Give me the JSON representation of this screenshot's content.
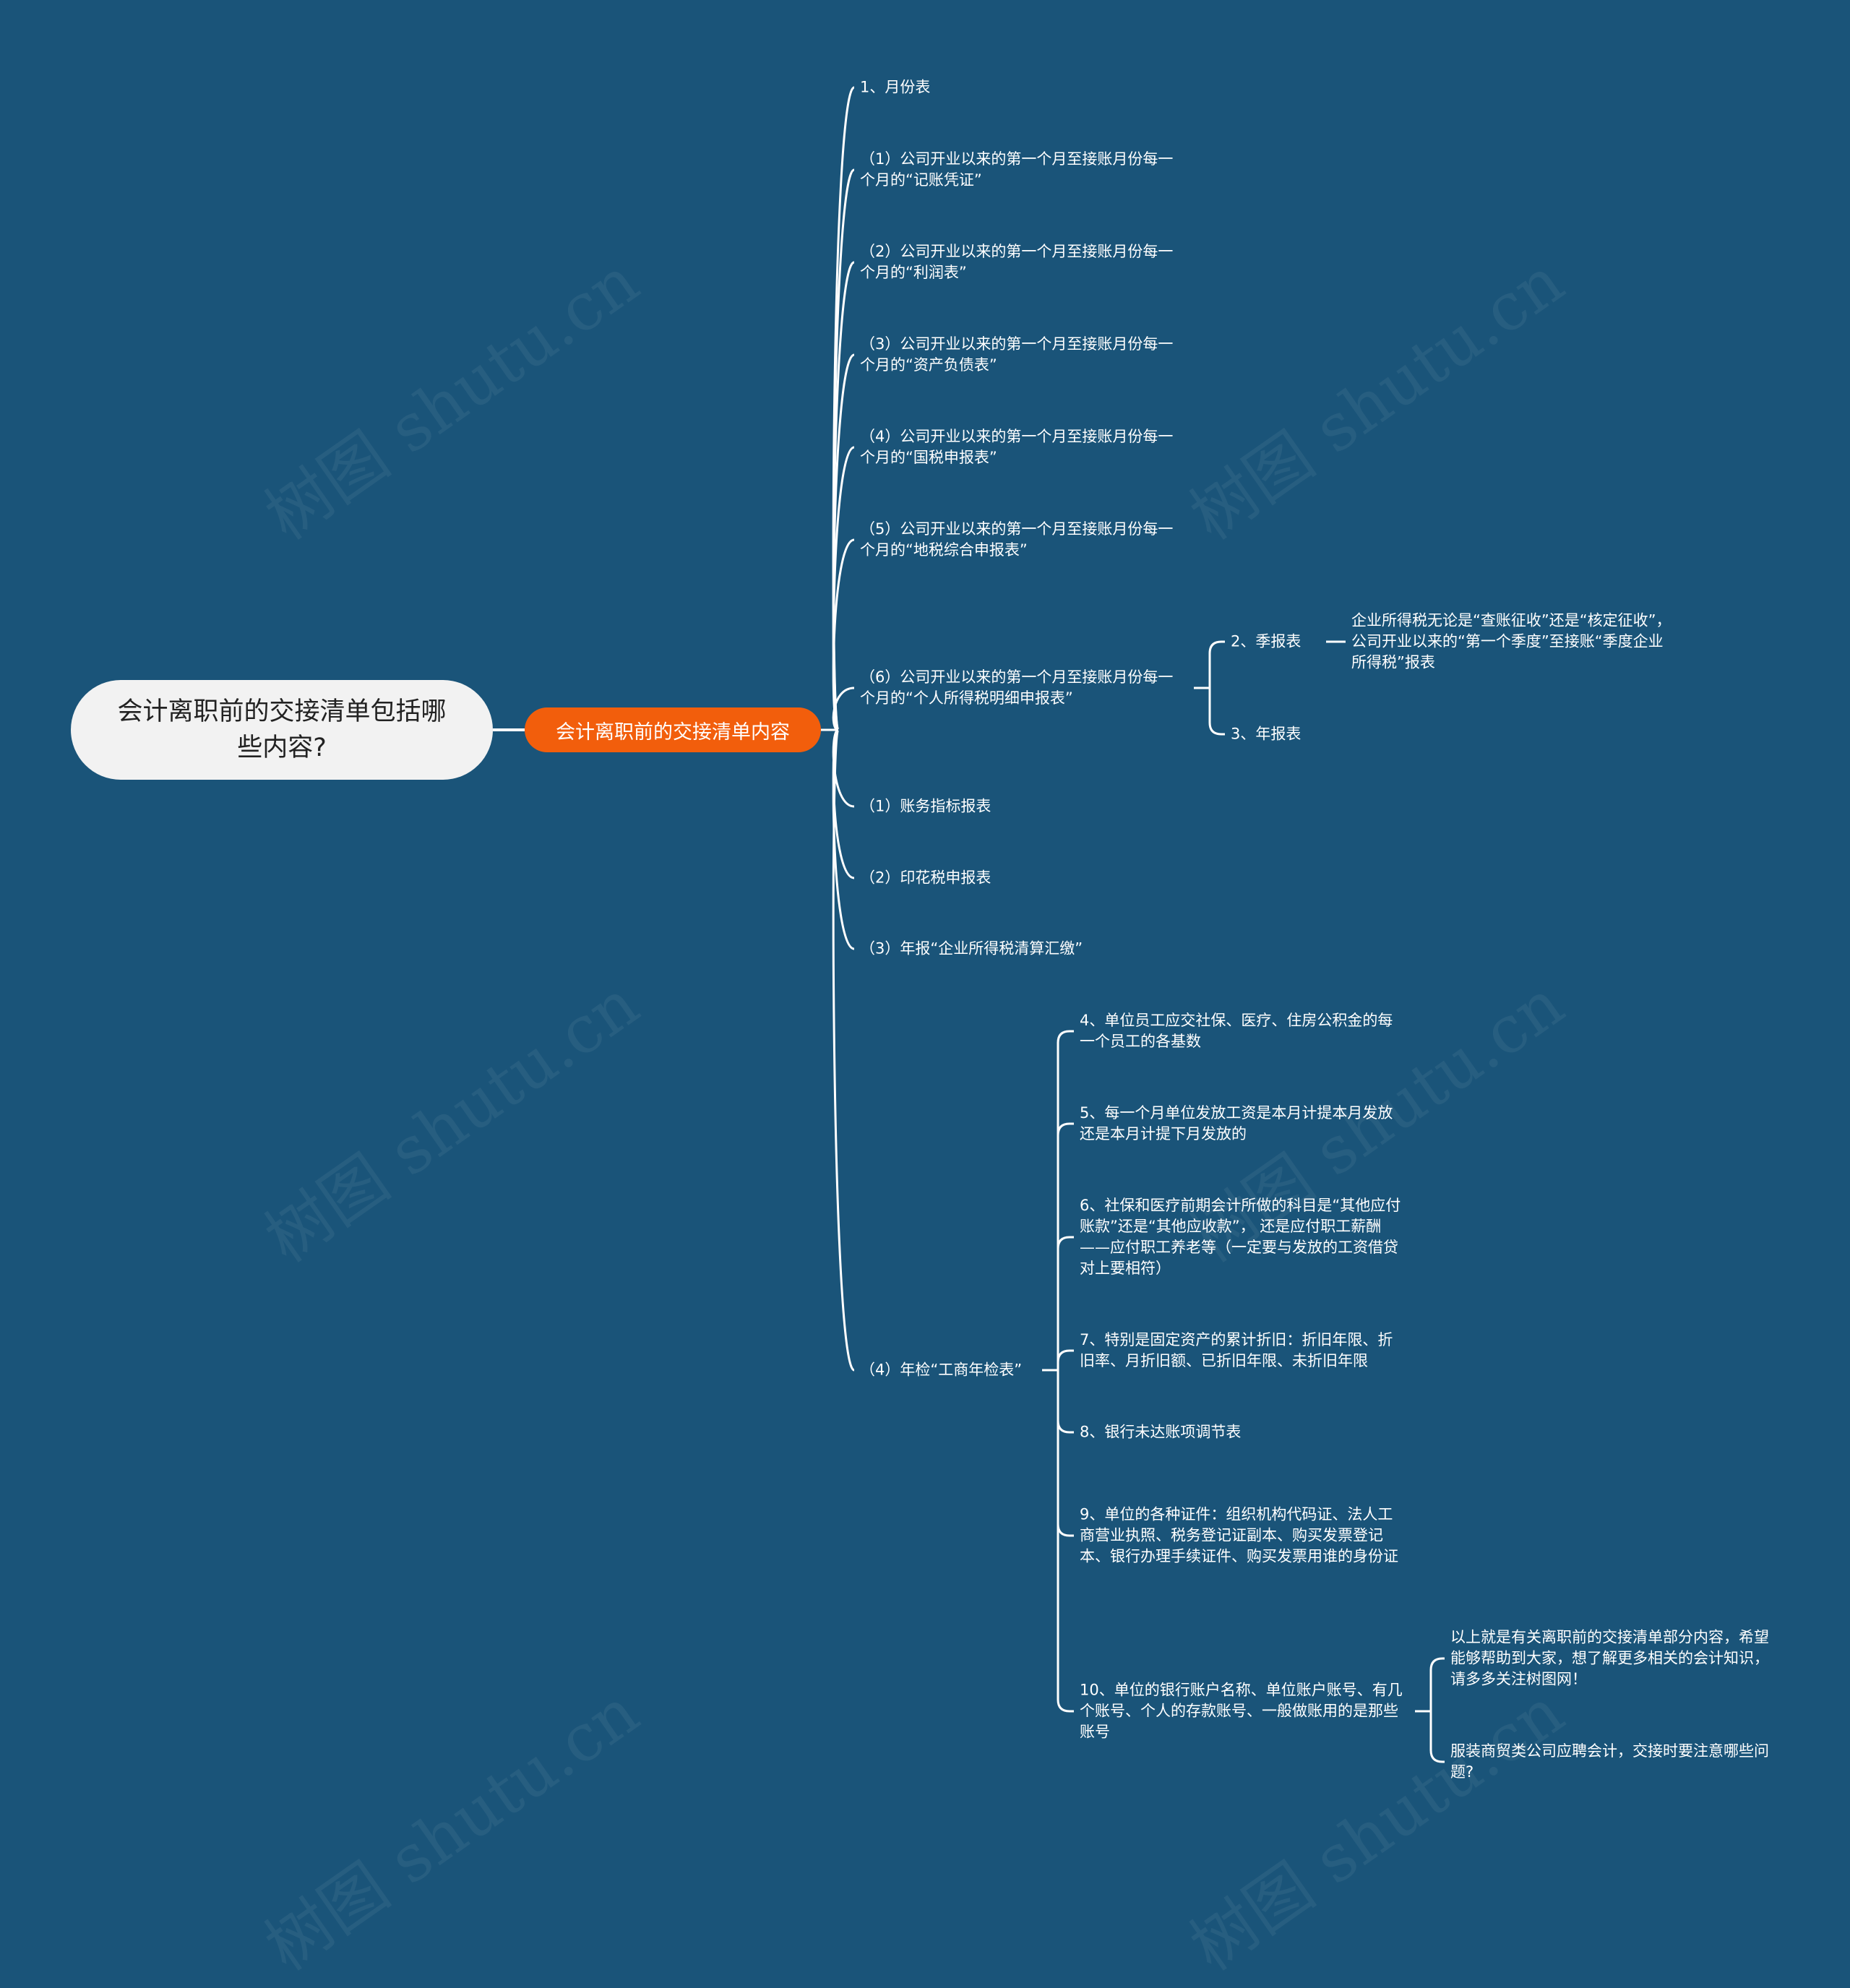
{
  "colors": {
    "background": "#1a5479",
    "root_fill": "#f2f2f2",
    "main_fill": "#f25e0c",
    "line": "#ffffff"
  },
  "watermark": "树图 shutu.cn",
  "root": {
    "label": "会计离职前的交接清单包括哪些内容?"
  },
  "main": {
    "label": "会计离职前的交接清单内容"
  },
  "items": [
    {
      "label": "1、月份表"
    },
    {
      "label": "（1）公司开业以来的第一个月至接账月份每一个月的“记账凭证”"
    },
    {
      "label": "（2）公司开业以来的第一个月至接账月份每一个月的“利润表”"
    },
    {
      "label": "（3）公司开业以来的第一个月至接账月份每一个月的“资产负债表”"
    },
    {
      "label": "（4）公司开业以来的第一个月至接账月份每一个月的“国税申报表”"
    },
    {
      "label": "（5）公司开业以来的第一个月至接账月份每一个月的“地税综合申报表”"
    },
    {
      "label": "（6）公司开业以来的第一个月至接账月份每一个月的“个人所得税明细申报表”",
      "children": [
        {
          "label": "2、季报表",
          "children": [
            {
              "label": "企业所得税无论是“查账征收”还是“核定征收”， 公司开业以来的“第一个季度”至接账“季度企业所得税”报表"
            }
          ]
        },
        {
          "label": "3、年报表"
        }
      ]
    },
    {
      "label": "（1）账务指标报表"
    },
    {
      "label": "（2）印花税申报表"
    },
    {
      "label": "（3）年报“企业所得税清算汇缴”"
    },
    {
      "label": "（4）年检“工商年检表”",
      "children": [
        {
          "label": "4、单位员工应交社保、医疗、住房公积金的每一个员工的各基数"
        },
        {
          "label": "5、每一个月单位发放工资是本月计提本月发放还是本月计提下月发放的"
        },
        {
          "label": "6、社保和医疗前期会计所做的科目是“其他应付账款”还是“其他应收款”， 还是应付职工薪酬——应付职工养老等（一定要与发放的工资借贷对上要相符）"
        },
        {
          "label": "7、特别是固定资产的累计折旧：折旧年限、折旧率、月折旧额、已折旧年限、未折旧年限"
        },
        {
          "label": "8、银行未达账项调节表"
        },
        {
          "label": "9、单位的各种证件：组织机构代码证、法人工商营业执照、税务登记证副本、购买发票登记本、银行办理手续证件、购买发票用谁的身份证"
        },
        {
          "label": "10、单位的银行账户名称、单位账户账号、有几个账号、个人的存款账号、一般做账用的是那些账号",
          "children": [
            {
              "label": "以上就是有关离职前的交接清单部分内容，希望能够帮助到大家，想了解更多相关的会计知识，请多多关注树图网！"
            },
            {
              "label": "服装商贸类公司应聘会计，交接时要注意哪些问题?"
            }
          ]
        }
      ]
    }
  ]
}
